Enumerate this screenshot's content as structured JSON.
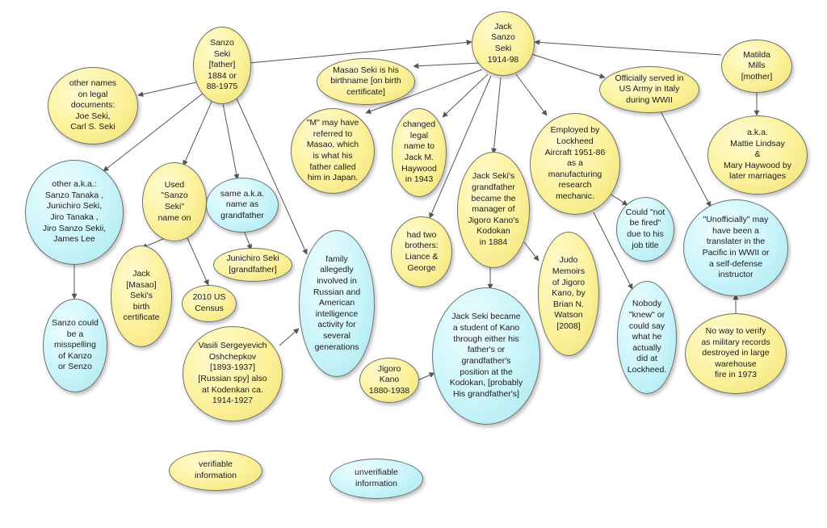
{
  "colors": {
    "verifiable": "#faf09a",
    "unverifiable": "#c6f3f9",
    "edge": "#555555"
  },
  "nodes": {
    "jack": {
      "text": "Jack\nSanzo\nSeki\n1914-98"
    },
    "sanzo": {
      "text": "Sanzo\nSeki\n[father]\n1884 or\n88-1975"
    },
    "matilda": {
      "text": "Matilda\nMills\n[mother]"
    },
    "other_names": {
      "text": "other names\non legal\ndocuments:\nJoe Seki,\nCarl S. Seki"
    },
    "masao_birthname": {
      "text": "Masao Seki is his\nbirthname [on birth\ncertificate]"
    },
    "army": {
      "text": "Officially served in\nUS Army in Italy\nduring WWII"
    },
    "aka_mattie": {
      "text": "a.k.a.\nMattie Lindsay\n&\nMary Haywood by\nlater marriages"
    },
    "m_referred": {
      "text": "\"M\" may have\nreferred to\nMasao, which\nis what his\nfather called\nhim in Japan."
    },
    "changed_name": {
      "text": "changed\nlegal\nname to\nJack M.\nHaywood\nin 1943"
    },
    "grandfather_kodokan": {
      "text": "Jack Seki's\ngrandfather\nbecame the\nmanager of\nJigoro Kano's\nKodokan\nin 1884"
    },
    "employed": {
      "text": "Employed by\nLockheed\nAircraft 1951-86\nas a\nmanufacturing\nresearch\nmechanic."
    },
    "other_aka": {
      "text": "other a.k.a.:\nSanzo Tanaka ,\nJunichiro Seki,\nJiro Tanaka ,\nJiro Sanzo Sekii,\nJames Lee"
    },
    "used_sanzo": {
      "text": "Used\n\"Sanzo\nSeki\"\nname on"
    },
    "same_aka": {
      "text": "same a.k.a.\nname as\ngrandfather"
    },
    "junichiro": {
      "text": "Junichiro Seki\n[grandfather]"
    },
    "not_fired": {
      "text": "Could \"not\nbe fired\"\ndue to his\njob title"
    },
    "unofficially": {
      "text": "\"Unofficially\" may\nhave been a\ntranslater in the\nPacific in WWII or\na self-defense\ninstructor"
    },
    "brothers": {
      "text": "had two\nbrothers:\nLiance &\nGeorge"
    },
    "judo_memoirs": {
      "text": "Judo\nMemoirs\nof Jigoro\nKano, by\nBrian N.\nWatson\n[2008]"
    },
    "family_intel": {
      "text": "family\nallegedly\ninvolved in\nRussian and\nAmerican\nintelligence\nactivity for\nseveral\ngenerations"
    },
    "birth_cert": {
      "text": "Jack\n[Masao]\nSeki's\nbirth\ncertificate"
    },
    "census": {
      "text": "2010 US\nCensus"
    },
    "misspelling": {
      "text": "Sanzo could\nbe a\nmisspelling\nof Kanzo\nor Senzo"
    },
    "nobody_knew": {
      "text": "Nobody\n\"knew\" or\ncould say\nwhat he\nactually\ndid at\nLockheed."
    },
    "no_way": {
      "text": "No way to verify\nas military records\ndestroyed in large\nwarehouse\nfire in 1973"
    },
    "vasili": {
      "text": "Vasili Sergeyevich\nOshchepkov\n[1893-1937]\n[Russian spy] also\nat Kodenkan ca.\n1914-1927"
    },
    "student": {
      "text": "Jack Seki became\na student of Kano\nthrough either his\nfather's or\ngrandfather's\nposition at the\nKodokan, [probably\nHis grandfather's]"
    },
    "jigoro": {
      "text": "Jigoro\nKano\n1880-1938"
    },
    "legend_verifiable": {
      "text": "verifiable\ninformation"
    },
    "legend_unverifiable": {
      "text": "unverifiable\ninformation"
    }
  }
}
